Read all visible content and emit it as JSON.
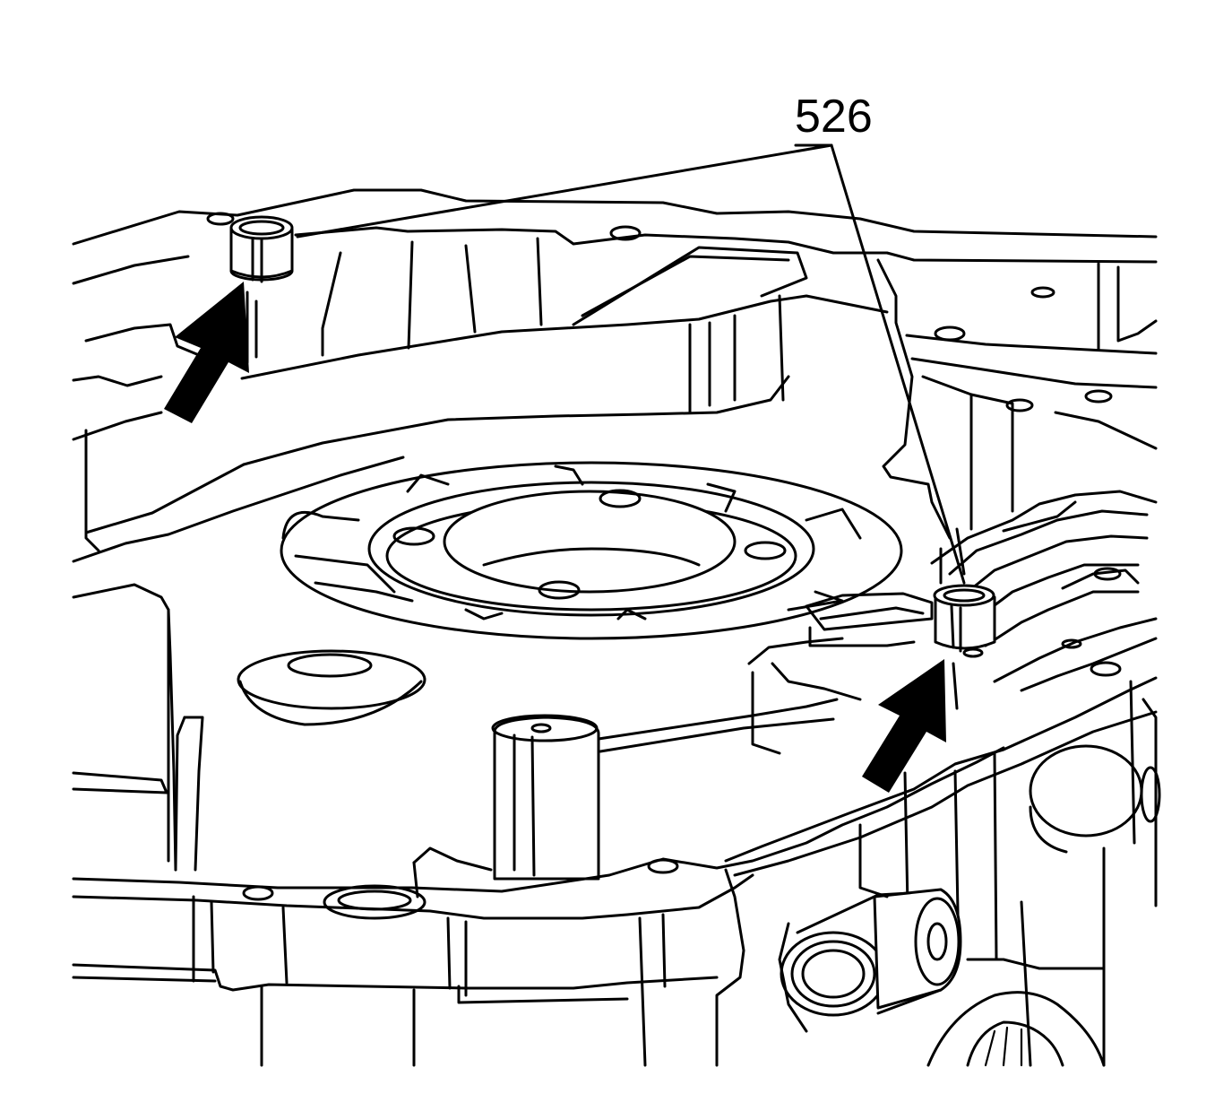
{
  "figure": {
    "callout_label": "526",
    "callout_targets": [
      "left-dowel-pin",
      "right-dowel-pin"
    ],
    "arrow_color": "#000000",
    "line_color": "#000000",
    "background_color": "#ffffff"
  }
}
